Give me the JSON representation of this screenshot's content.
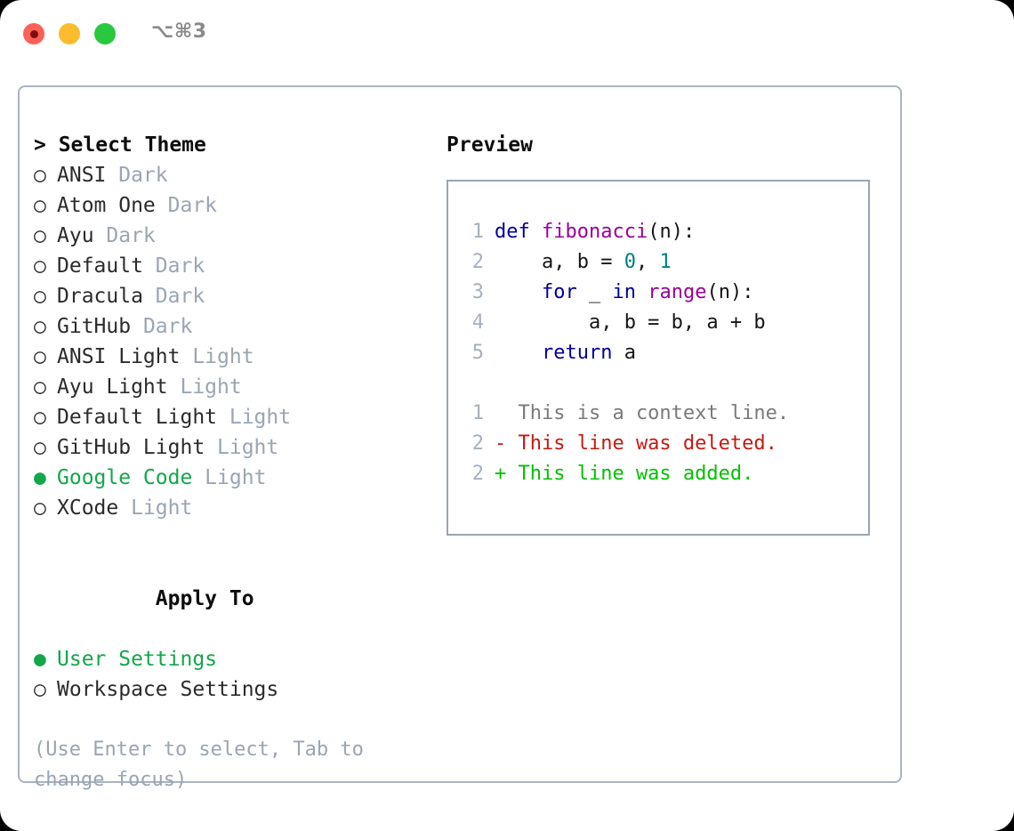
{
  "titlebar": {
    "shortcut": "⌥⌘3",
    "buttons": [
      {
        "name": "close",
        "color": "#fc6058"
      },
      {
        "name": "minimize",
        "color": "#fcbc2d"
      },
      {
        "name": "maximize",
        "color": "#28c83f"
      }
    ]
  },
  "theme_list": {
    "header": "> Select Theme",
    "marker_unselected": "○",
    "marker_selected": "●",
    "items": [
      {
        "marker": "○",
        "label": "ANSI",
        "tag": "Dark",
        "selected": false
      },
      {
        "marker": "○",
        "label": "Atom One",
        "tag": "Dark",
        "selected": false
      },
      {
        "marker": "○",
        "label": "Ayu",
        "tag": "Dark",
        "selected": false
      },
      {
        "marker": "○",
        "label": "Default",
        "tag": "Dark",
        "selected": false
      },
      {
        "marker": "○",
        "label": "Dracula",
        "tag": "Dark",
        "selected": false
      },
      {
        "marker": "○",
        "label": "GitHub",
        "tag": "Dark",
        "selected": false
      },
      {
        "marker": "○",
        "label": "ANSI Light",
        "tag": "Light",
        "selected": false
      },
      {
        "marker": "○",
        "label": "Ayu Light",
        "tag": "Light",
        "selected": false
      },
      {
        "marker": "○",
        "label": "Default Light",
        "tag": "Light",
        "selected": false
      },
      {
        "marker": "○",
        "label": "GitHub Light",
        "tag": "Light",
        "selected": false
      },
      {
        "marker": "●",
        "label": "Google Code",
        "tag": "Light",
        "selected": true
      },
      {
        "marker": "○",
        "label": "XCode",
        "tag": "Light",
        "selected": false
      }
    ]
  },
  "apply_to": {
    "header": "Apply To",
    "items": [
      {
        "marker": "●",
        "label": "User Settings",
        "selected": true
      },
      {
        "marker": "○",
        "label": "Workspace Settings",
        "selected": false
      }
    ]
  },
  "hint": "(Use Enter to select, Tab to change focus)",
  "preview": {
    "title": "Preview",
    "code_lines": [
      {
        "number": "1",
        "tokens": [
          {
            "text": "def ",
            "type": "kw"
          },
          {
            "text": "fibonacci",
            "type": "fn"
          },
          {
            "text": "(n):",
            "type": "plain"
          }
        ]
      },
      {
        "number": "2",
        "tokens": [
          {
            "text": "    a, b = ",
            "type": "plain"
          },
          {
            "text": "0",
            "type": "num"
          },
          {
            "text": ", ",
            "type": "plain"
          },
          {
            "text": "1",
            "type": "num"
          }
        ]
      },
      {
        "number": "3",
        "tokens": [
          {
            "text": "    ",
            "type": "plain"
          },
          {
            "text": "for",
            "type": "kw"
          },
          {
            "text": " _ ",
            "type": "plain"
          },
          {
            "text": "in",
            "type": "kw"
          },
          {
            "text": " ",
            "type": "plain"
          },
          {
            "text": "range",
            "type": "fn"
          },
          {
            "text": "(n):",
            "type": "plain"
          }
        ]
      },
      {
        "number": "4",
        "tokens": [
          {
            "text": "        a, b = b, a + b",
            "type": "plain"
          }
        ]
      },
      {
        "number": "5",
        "tokens": [
          {
            "text": "    ",
            "type": "plain"
          },
          {
            "text": "return",
            "type": "kw"
          },
          {
            "text": " a",
            "type": "plain"
          }
        ]
      }
    ],
    "diff_lines": [
      {
        "number": "1",
        "text": "  This is a context line.",
        "type": "diff-ctx"
      },
      {
        "number": "2",
        "text": "- This line was deleted.",
        "type": "diff-del"
      },
      {
        "number": "2",
        "text": "+ This line was added.",
        "type": "diff-add"
      }
    ]
  },
  "colors": {
    "accent_green": "#12a74a",
    "muted": "#9aa5b4",
    "border": "#aab3c0",
    "keyword": "#00009f",
    "function": "#990099",
    "number": "#008080",
    "diff_deleted": "#c41a12",
    "diff_added": "#05bf05"
  }
}
